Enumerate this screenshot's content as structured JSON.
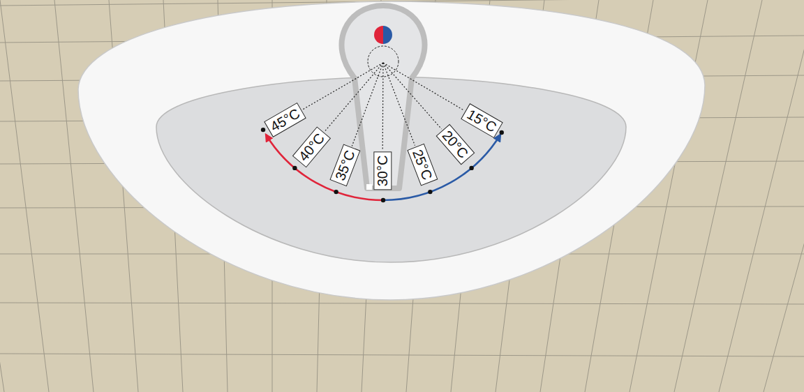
{
  "diagram": {
    "nodes": [
      {
        "text": [
          "45°C"
        ]
      },
      {
        "text": [
          "40°C"
        ]
      },
      {
        "text": [
          "35°C"
        ]
      },
      {
        "text": [
          "30°C"
        ]
      },
      {
        "text": [
          "25°C"
        ]
      },
      {
        "text": [
          "20°C"
        ]
      },
      {
        "text": [
          "15°C"
        ]
      }
    ]
  }
}
